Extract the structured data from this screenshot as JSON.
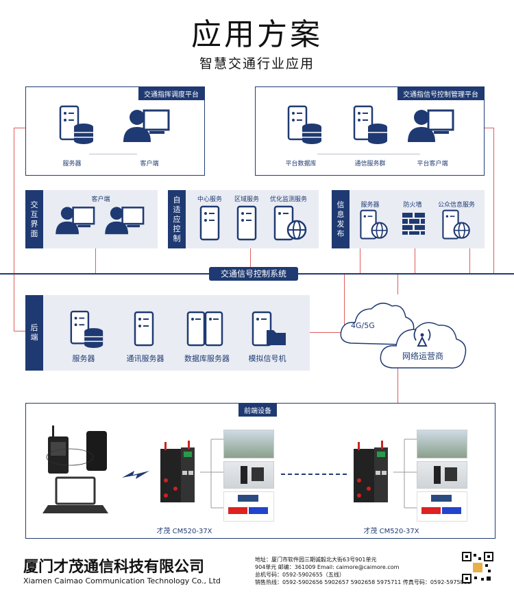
{
  "title": "应用方案",
  "subtitle": "智慧交通行业应用",
  "top_left": {
    "tag": "交通指挥调度平台",
    "labels": [
      "服务器",
      "客户端"
    ]
  },
  "top_right": {
    "tag": "交通指信号控制管理平台",
    "labels": [
      "平台数据库",
      "通信服务群",
      "平台客户端"
    ]
  },
  "interact": {
    "side": "交互界面",
    "label": "客户端"
  },
  "adaptive": {
    "side": "自适应控制",
    "labels": [
      "中心服务",
      "区域服务",
      "优化监测服务"
    ]
  },
  "info": {
    "side": "信息发布",
    "labels": [
      "服务器",
      "防火墙",
      "公众信息服务"
    ]
  },
  "system_bar": "交通信号控制系统",
  "backend": {
    "side": "后端",
    "labels": [
      "服务器",
      "通讯服务器",
      "数据库服务器",
      "模拟信号机"
    ]
  },
  "cloud": {
    "network": "4G/5G",
    "operator": "网络运营商"
  },
  "frontend": {
    "tag": "前端设备",
    "device1": "才茂 CM520-37X",
    "device2": "才茂 CM520-37X"
  },
  "company": {
    "cn": "厦门才茂通信科技有限公司",
    "en": "Xiamen Caimao Communication Technology Co., Ltd",
    "addr1": "地址：厦门市软件园三期诚毅北大街63号901单元",
    "addr2": "904单元 邮编：361009 Email: caimore@caimore.com",
    "addr3": "总机号码：0592-5902655（五线）",
    "addr4": "销售热线：0592-5902656 5902657 5902658 5975711 传真号码：0592-5975885"
  },
  "colors": {
    "navy": "#1f3a72",
    "red": "#e05a5a",
    "panel": "#e9ecf3"
  }
}
